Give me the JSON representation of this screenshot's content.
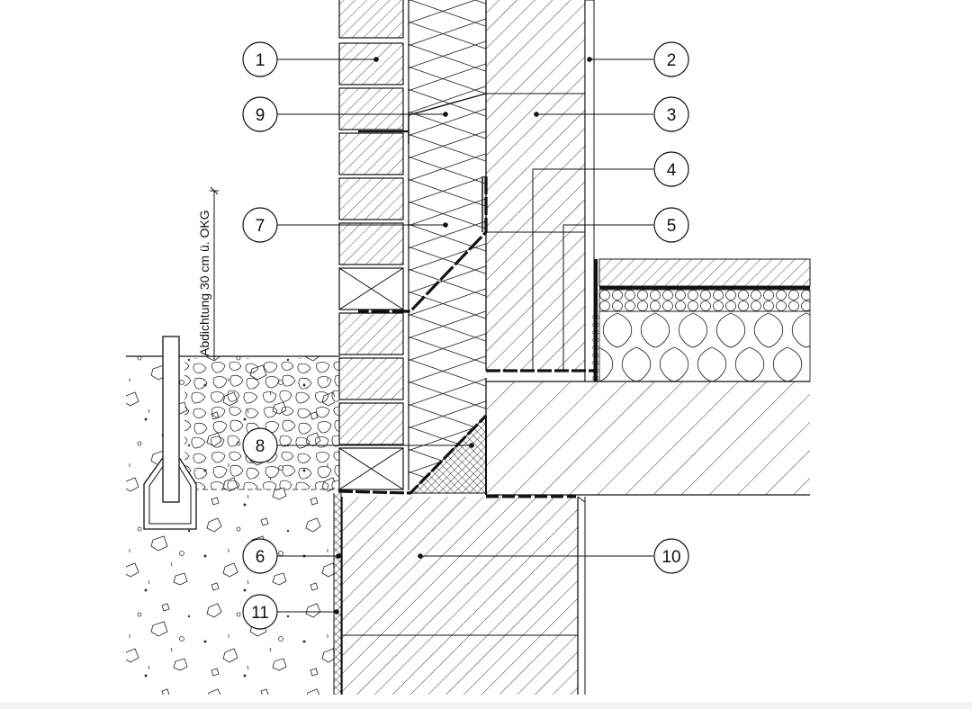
{
  "dimension_label": "Abdichtung 30 cm ü. OKG",
  "callouts": [
    "1",
    "2",
    "3",
    "4",
    "5",
    "6",
    "7",
    "8",
    "9",
    "10",
    "11"
  ],
  "colors": {
    "line": "#111111",
    "background": "#ffffff"
  }
}
